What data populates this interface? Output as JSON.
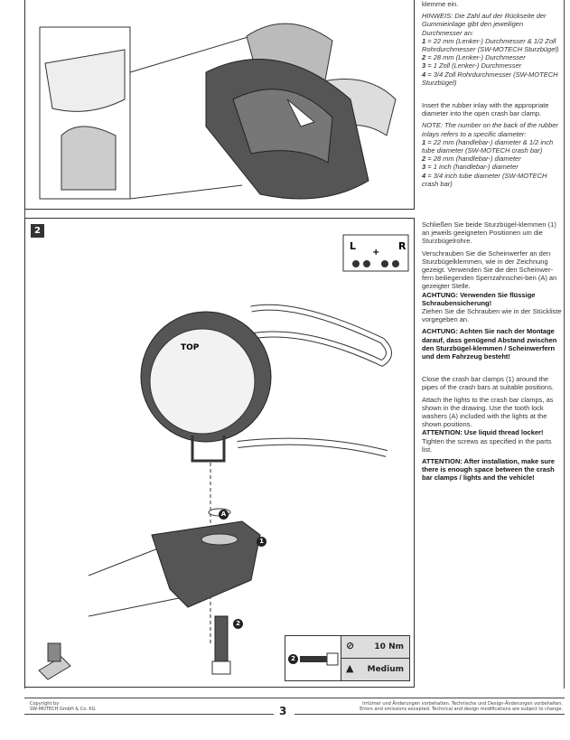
{
  "step1": {
    "de_tail": "klemme ein.",
    "de_note": "HINWEIS: Die Zahl auf der Rückseite der Gummieinlage gibt den jeweiligen Durchmesser an:",
    "de_items": [
      {
        "n": "1",
        "t": " = 22 mm (Lenker-) Durchmesser & 1/2 Zoll Rohrdurchmesser (SW-MOTECH Sturzbügel)"
      },
      {
        "n": "2",
        "t": " = 28 mm (Lenker-) Durchmesser"
      },
      {
        "n": "3",
        "t": " = 1 Zoll (Lenker-) Durchmesser"
      },
      {
        "n": "4",
        "t": " = 3/4 Zoll Rohrdurchmesser (SW-MOTECH Sturzbügel)"
      }
    ],
    "en_text": "Insert the rubber inlay with the appropriate diameter into the open crash bar clamp.",
    "en_note": "NOTE: The number on the back of the rubber inlays refers to a specific diameter:",
    "en_items": [
      {
        "n": "1",
        "t": " = 22 mm (handlebar-) diameter & 1/2 inch tube diameter (SW-MOTECH crash bar)"
      },
      {
        "n": "2",
        "t": " = 28 mm (handlebar-) diameter"
      },
      {
        "n": "3",
        "t": " = 1 inch (handlebar-) diameter"
      },
      {
        "n": "4",
        "t": " = 3/4 inch tube diameter (SW-MOTECH crash bar)"
      }
    ]
  },
  "step2": {
    "number": "2",
    "de_p1": "Schließen Sie beide Sturzbügel-klemmen (1) an jeweils geeigneten Positionen um die Sturzbügelrohre.",
    "de_p2": "Verschrauben Sie die Scheinwerfer an den Sturzbügelklemmen, wie in der Zeichnung gezeigt. Verwenden Sie die den Scheinwer-fern beiliegenden Sperrzahnschei-ben (A) an gezeigter Stelle.",
    "de_warn1": "ACHTUNG: Verwenden Sie flüssige Schraubensicherung!",
    "de_p3": "Ziehen Sie die Schrauben wie in der Stückliste vorgegeben an.",
    "de_warn2": "ACHTUNG: Achten Sie nach der Montage darauf, dass genügend Abstand zwischen den Sturzbügel-klemmen / Scheinwerfern und dem Fahrzeug besteht!",
    "en_p1": "Close the crash bar clamps (1) around the pipes of the crash bars at suitable positions.",
    "en_p2": "Attach the lights to the crash bar clamps, as shown in the drawing. Use the tooth lock washers (A) included with the lights at the shown positions.",
    "en_warn1": "ATTENTION: Use liquid thread locker!",
    "en_p3": "Tighten the screws as specified in the parts list.",
    "en_warn2": "ATTENTION: After installation, make sure there is enough space between the crash bar clamps / lights and the vehicle!",
    "side_left": "L",
    "side_right": "R",
    "plus": "+",
    "light_label": "TOP",
    "callouts": {
      "a": "A",
      "one": "1",
      "two": "2"
    },
    "spec": {
      "part": "2",
      "torque": "10 Nm",
      "threadlock": "Medium"
    }
  },
  "footer": {
    "copyright_1": "Copyright by",
    "copyright_2": "SW-MOTECH GmbH & Co. KG",
    "page": "3",
    "disclaimer_de": "Irrtümer und Änderungen vorbehalten. Technische und Design-Änderungen vorbehalten.",
    "disclaimer_en": "Errors and omissions excepted. Technical and design modifications are subject to change."
  }
}
